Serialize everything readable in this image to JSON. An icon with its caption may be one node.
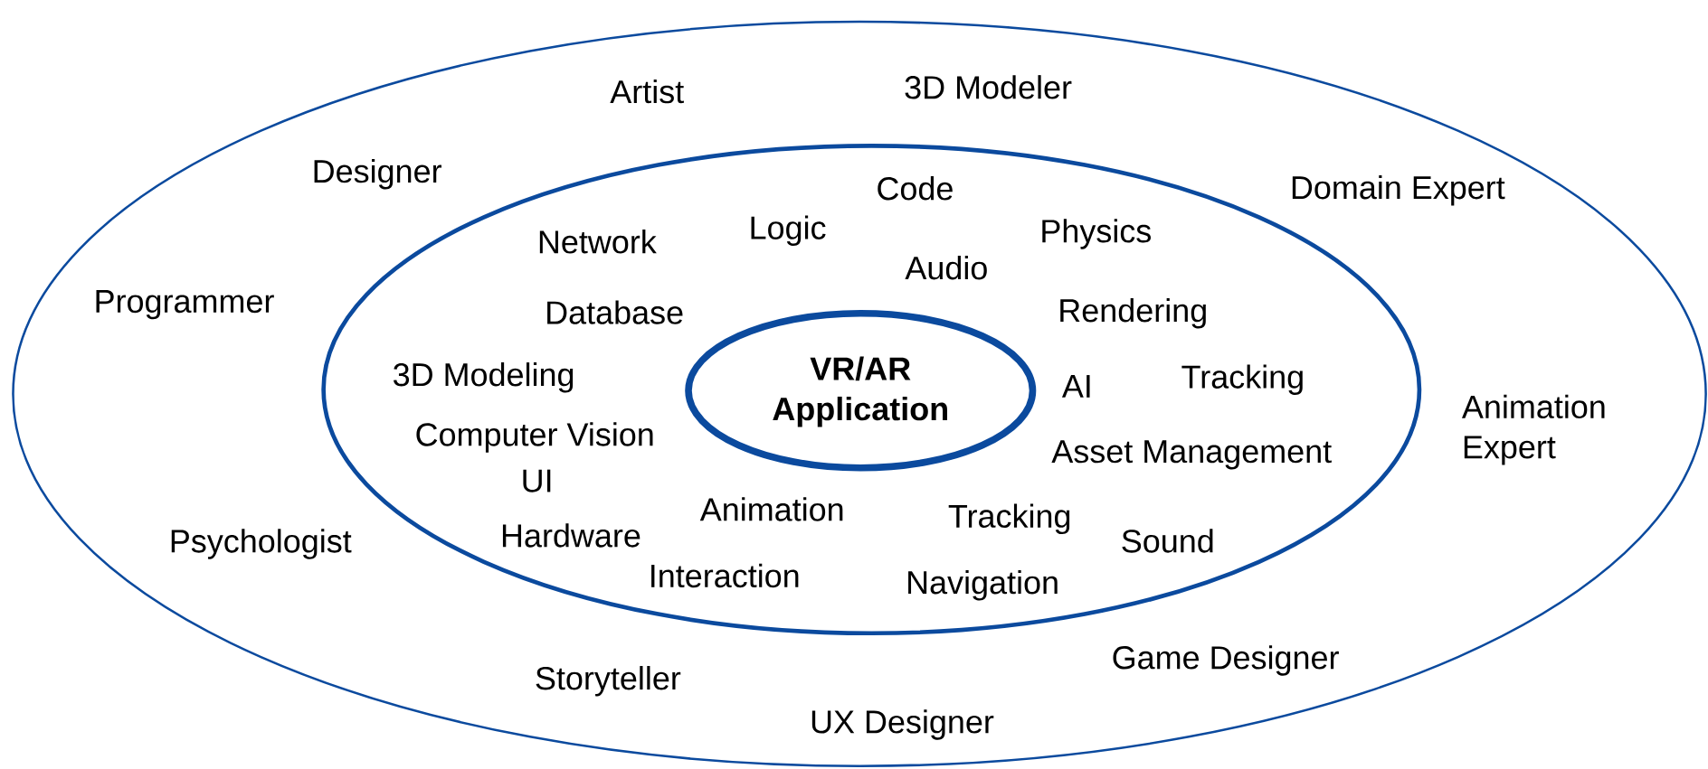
{
  "diagram": {
    "nodes": [
      {
        "text": [
          "3D Modeler",
          "Artist",
          "Designer",
          "Domain Expert",
          "Programmer",
          "Animation Expert",
          "Psychologist",
          "Game Designer",
          "Storyteller",
          "UX Designer"
        ]
      },
      {
        "text": [
          "Code",
          "Network",
          "Logic",
          "Physics",
          "Audio",
          "Database",
          "Rendering",
          "3D Modeling",
          "AI",
          "Tracking",
          "Computer Vision",
          "Asset Management",
          "UI",
          "Animation",
          "Tracking",
          "Hardware",
          "Sound",
          "Interaction",
          "Navigation"
        ],
        "in": 0
      },
      {
        "text": [
          "VR/AR Application"
        ],
        "in": 1
      }
    ]
  }
}
